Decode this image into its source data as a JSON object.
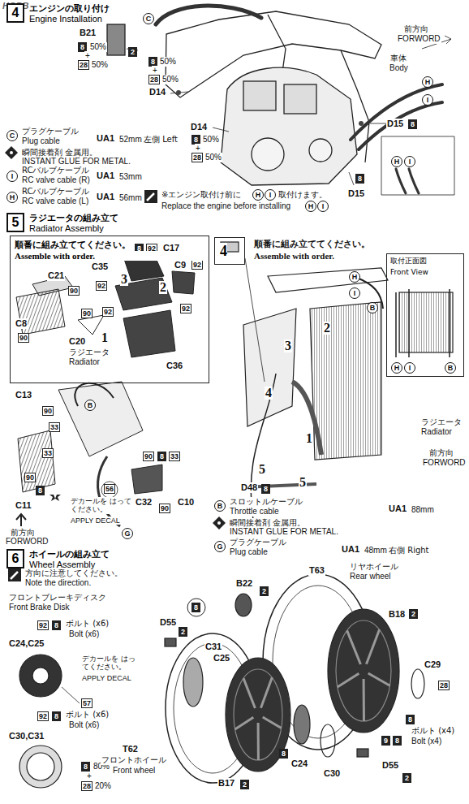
{
  "diagram": {
    "nodes": [
      {
        "text": [
          "4",
          "エンジンの取り付け",
          "Engine Installation"
        ]
      },
      {
        "text": [
          "5",
          "ラジエータの組み立て",
          "Radiator Assembly"
        ]
      },
      {
        "text": [
          "6",
          "ホイールの組み立て",
          "Wheel Assembly"
        ]
      },
      {
        "text": [
          "順番に組み立ててください。",
          "Assemble with order."
        ]
      },
      {
        "text": [
          "4"
        ]
      },
      {
        "text": [
          "取付正面図",
          "Front View"
        ]
      }
    ],
    "labels": [
      "HOBBY SEARCH",
      "B21",
      "8",
      "50%",
      "+",
      "28",
      "50%",
      "2",
      "8",
      "50%",
      "+",
      "28",
      "50%",
      "D14",
      "C",
      "前方向",
      "FORWORD",
      "車体",
      "Body",
      "H",
      "I",
      "D15",
      "8",
      "D14",
      "8",
      "50%",
      "+",
      "28",
      "50%",
      "8",
      "D15",
      "H",
      "I",
      "C",
      "プラグケーブル",
      "Plug cable",
      "UA1",
      "52mm",
      "左側 Left",
      "瞬間接着剤 金属用。",
      "INSTANT GLUE FOR METAL.",
      "I",
      "RCバルブケーブル",
      "RC valve cable (R)",
      "UA1",
      "53mm",
      "H",
      "RCバルブケーブル",
      "RC valve cable (L)",
      "UA1",
      "56mm",
      "※エンジン取付け前に",
      "H",
      "I",
      "取付けます。",
      "Replace the engine before installing",
      "H",
      "I",
      "8",
      "92",
      "C17",
      "C21",
      "90",
      "C35",
      "3",
      "92",
      "C9",
      "92",
      "2",
      "C8",
      "90",
      "90",
      "C20",
      "92",
      "92",
      "1",
      "ラジエータ",
      "Radiator",
      "C36",
      "C13",
      "90",
      "33",
      "B",
      "33",
      "90",
      "8",
      "C11",
      "90",
      "8",
      "33",
      "56",
      "デカールを はってください。",
      "APPLY DECAL",
      "C32",
      "90",
      "C10",
      "前方向",
      "FORWORD",
      "G",
      "順番に組み立ててください。",
      "Assemble with order.",
      "H",
      "I",
      "B",
      "2",
      "3",
      "H",
      "I",
      "B",
      "ラジエータ",
      "Radiator",
      "4",
      "1",
      "5",
      "前方向",
      "FORWORD",
      "D48",
      "8",
      "5",
      "B",
      "スロットルケーブル",
      "Throttle cable",
      "UA1",
      "88mm",
      "瞬間接着剤 金属用。",
      "INSTANT GLUE FOR METAL.",
      "G",
      "プラグケーブル",
      "Plug cable",
      "UA1",
      "48mm",
      "右側 Right",
      "方向に注意してください。",
      "Note the direction.",
      "フロントブレーキディスク",
      "Front Brake Disk",
      "92",
      "8",
      "ボルト (x6)",
      "Bolt (x6)",
      "C24,C25",
      "デカールを はってください。",
      "APPLY DECAL",
      "57",
      "92",
      "8",
      "ボルト (x6)",
      "Bolt (x6)",
      "C30,C31",
      "8",
      "80%",
      "+",
      "28",
      "20%",
      "8",
      "B22",
      "2",
      "T63",
      "リヤホイール",
      "Rear wheel",
      "B18",
      "2",
      "C29",
      "28",
      "9",
      "8",
      "8",
      "ボルト (x4)",
      "Bolt (x4)",
      "D55",
      "2",
      "C31",
      "C25",
      "T62",
      "フロントホイール",
      "Front wheel",
      "B17",
      "2",
      "8",
      "C24",
      "C30",
      "D55",
      "2"
    ]
  }
}
